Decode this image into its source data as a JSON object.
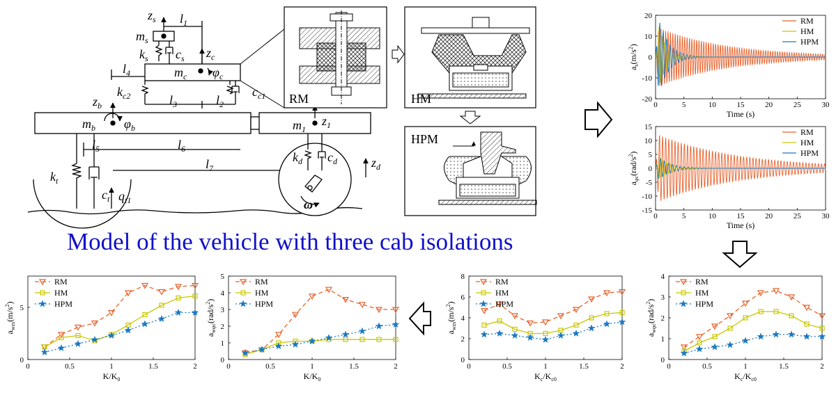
{
  "title": "Model of the vehicle with three cab isolations",
  "model": {
    "seat": {
      "mass": "m",
      "mass_sub": "s",
      "disp": "z",
      "disp_sub": "s",
      "k": "k",
      "k_sub": "s",
      "c": "c",
      "c_sub": "s",
      "l": "l",
      "l_sub": "1"
    },
    "cab": {
      "mass": "m",
      "mass_sub": "c",
      "disp": "z",
      "disp_sub": "c",
      "rot": "φ",
      "rot_sub": "c",
      "k": "k",
      "k_sub": "c2",
      "c": "c",
      "c_sub": "c1"
    },
    "frame": {
      "mass": "m",
      "mass_sub": "b",
      "disp": "z",
      "disp_sub": "b",
      "rot": "φ",
      "rot_sub": "b"
    },
    "engine": {
      "mass": "m",
      "mass_sub": "1",
      "disp": "z",
      "disp_sub": "1",
      "k": "k",
      "k_sub": "d",
      "c": "c",
      "c_sub": "d",
      "zd": "z",
      "zd_sub": "d",
      "omega": "ω"
    },
    "tire": {
      "k": "k",
      "k_sub": "t",
      "c": "c",
      "c_sub": "t",
      "q": "q",
      "q_sub": "t1"
    },
    "lengths": [
      {
        "l": "l",
        "sub": "2"
      },
      {
        "l": "l",
        "sub": "3"
      },
      {
        "l": "l",
        "sub": "4"
      },
      {
        "l": "l",
        "sub": "5"
      },
      {
        "l": "l",
        "sub": "6"
      },
      {
        "l": "l",
        "sub": "7"
      }
    ]
  },
  "mounts": {
    "rm": "RM",
    "hm": "HM",
    "hpm": "HPM"
  },
  "charts": {
    "time1": {
      "ylabel": "a",
      "ylabel_sub": "s",
      "ylabel_unit": "(m/s",
      "ylabel_unit_end": ")",
      "xlabel": "Time (s)",
      "xticks": [
        "0",
        "5",
        "10",
        "15",
        "20",
        "25",
        "30"
      ],
      "yticks": [
        "-20",
        "-10",
        "0",
        "10",
        "20"
      ],
      "legend": [
        "RM",
        "HM",
        "HPM"
      ]
    },
    "time2": {
      "ylabel": "a",
      "ylabel_sub": "φc",
      "ylabel_unit": "(rad/s",
      "ylabel_unit_end": ")",
      "xlabel": "Time (s)",
      "xticks": [
        "0",
        "5",
        "10",
        "15",
        "20",
        "25",
        "30"
      ],
      "yticks": [
        "-15",
        "-10",
        "-5",
        "0",
        "5",
        "10",
        "15"
      ],
      "legend": [
        "RM",
        "HM",
        "HPM"
      ]
    },
    "b1": {
      "ylabel": "a",
      "ylabel_sub": "wzs",
      "ylabel_unit": "(m/s",
      "ylabel_unit_end": ")",
      "xlabel": "K/K",
      "xlabel_sub": "0",
      "xticks": [
        "0",
        "0.5",
        "1",
        "1.5",
        "2"
      ],
      "yticks": [
        "0",
        "5"
      ],
      "legend": [
        "RM",
        "HM",
        "HPM"
      ]
    },
    "b2": {
      "ylabel": "a",
      "ylabel_sub": "wφc",
      "ylabel_unit": "(rad/s",
      "ylabel_unit_end": ")",
      "xlabel": "K/K",
      "xlabel_sub": "0",
      "xticks": [
        "0",
        "0.5",
        "1",
        "1.5",
        "2"
      ],
      "yticks": [
        "0",
        "1",
        "2",
        "3",
        "4",
        "5"
      ],
      "legend": [
        "RM",
        "HM",
        "HPM"
      ]
    },
    "b3": {
      "ylabel": "a",
      "ylabel_sub": "wzs",
      "ylabel_unit": "(m/s",
      "ylabel_unit_end": ")",
      "xlabel": "K",
      "xlabel_sub": "c",
      "xlabel_mid": "/K",
      "xlabel_sub2": "c0",
      "xticks": [
        "0",
        "0.5",
        "1",
        "1.5",
        "2"
      ],
      "yticks": [
        "0",
        "2",
        "4",
        "6",
        "8"
      ],
      "legend": [
        "RM",
        "HM",
        "HPM"
      ]
    },
    "b4": {
      "ylabel": "a",
      "ylabel_sub": "wφc",
      "ylabel_unit": "(rad/s",
      "ylabel_unit_end": ")",
      "xlabel": "K",
      "xlabel_sub": "c",
      "xlabel_mid": "/K",
      "xlabel_sub2": "c0",
      "xticks": [
        "0",
        "0.5",
        "1",
        "1.5",
        "2"
      ],
      "yticks": [
        "0",
        "1",
        "2",
        "3",
        "4"
      ],
      "legend": [
        "RM",
        "HM",
        "HPM"
      ]
    }
  },
  "chart_data": [
    {
      "type": "line",
      "id": "b1",
      "x": [
        0.2,
        0.4,
        0.6,
        0.8,
        1.0,
        1.2,
        1.4,
        1.6,
        1.8,
        2.0
      ],
      "ylim": [
        0,
        8
      ],
      "xlim": [
        0,
        2
      ],
      "series": [
        {
          "name": "RM",
          "values": [
            1.2,
            2.4,
            3.1,
            3.5,
            4.5,
            6.4,
            7.1,
            6.5,
            7.0,
            7.1
          ]
        },
        {
          "name": "HM",
          "values": [
            1.2,
            2.1,
            2.3,
            1.8,
            2.4,
            3.3,
            4.3,
            5.2,
            5.9,
            6.1
          ]
        },
        {
          "name": "HPM",
          "values": [
            0.7,
            1.1,
            1.5,
            1.9,
            2.3,
            2.8,
            3.4,
            3.9,
            4.5,
            4.5
          ]
        }
      ]
    },
    {
      "type": "line",
      "id": "b2",
      "x": [
        0.2,
        0.4,
        0.6,
        0.8,
        1.0,
        1.2,
        1.4,
        1.6,
        1.8,
        2.0
      ],
      "ylim": [
        0,
        5
      ],
      "xlim": [
        0,
        2
      ],
      "series": [
        {
          "name": "RM",
          "values": [
            0.4,
            0.6,
            1.5,
            2.7,
            3.8,
            4.2,
            3.6,
            3.3,
            3.0,
            3.0
          ]
        },
        {
          "name": "HM",
          "values": [
            0.3,
            0.6,
            1.0,
            1.1,
            1.1,
            1.2,
            1.2,
            1.2,
            1.2,
            1.2
          ]
        },
        {
          "name": "HPM",
          "values": [
            0.4,
            0.6,
            0.8,
            0.9,
            1.1,
            1.3,
            1.5,
            1.7,
            2.0,
            2.1
          ]
        }
      ]
    },
    {
      "type": "line",
      "id": "b3",
      "x": [
        0.2,
        0.4,
        0.6,
        0.8,
        1.0,
        1.2,
        1.4,
        1.6,
        1.8,
        2.0
      ],
      "ylim": [
        0,
        8
      ],
      "xlim": [
        0,
        2
      ],
      "series": [
        {
          "name": "RM",
          "values": [
            4.7,
            5.3,
            4.2,
            3.5,
            3.6,
            4.2,
            4.8,
            5.8,
            6.4,
            6.5
          ]
        },
        {
          "name": "HM",
          "values": [
            3.3,
            3.7,
            2.9,
            2.5,
            2.5,
            2.8,
            3.3,
            4.0,
            4.4,
            4.5
          ]
        },
        {
          "name": "HPM",
          "values": [
            2.4,
            2.5,
            2.3,
            2.1,
            1.9,
            2.3,
            2.5,
            3.0,
            3.4,
            3.6
          ]
        }
      ]
    },
    {
      "type": "line",
      "id": "b4",
      "x": [
        0.2,
        0.4,
        0.6,
        0.8,
        1.0,
        1.2,
        1.4,
        1.6,
        1.8,
        2.0
      ],
      "ylim": [
        0,
        4
      ],
      "xlim": [
        0,
        2
      ],
      "series": [
        {
          "name": "RM",
          "values": [
            0.6,
            1.1,
            1.6,
            2.1,
            2.7,
            3.2,
            3.3,
            3.0,
            2.5,
            2.1
          ]
        },
        {
          "name": "HM",
          "values": [
            0.4,
            0.8,
            1.1,
            1.5,
            2.0,
            2.3,
            2.3,
            2.1,
            1.7,
            1.5
          ]
        },
        {
          "name": "HPM",
          "values": [
            0.3,
            0.5,
            0.6,
            0.7,
            0.9,
            1.1,
            1.2,
            1.2,
            1.1,
            1.1
          ]
        }
      ]
    },
    {
      "type": "line",
      "id": "time1",
      "xlim": [
        0,
        30
      ],
      "ylim": [
        -20,
        20
      ],
      "series": [
        {
          "name": "RM",
          "peak": 14,
          "decay": 0.08,
          "period": 0.42
        },
        {
          "name": "HM",
          "peak": 15,
          "decay": 0.75,
          "period": 0.5
        },
        {
          "name": "HPM",
          "peak": 18,
          "decay": 0.55,
          "period": 0.6
        }
      ]
    },
    {
      "type": "line",
      "id": "time2",
      "xlim": [
        0,
        30
      ],
      "ylim": [
        -15,
        15
      ],
      "series": [
        {
          "name": "RM",
          "peak": 12,
          "decay": 0.07,
          "period": 0.55
        },
        {
          "name": "HM",
          "peak": 5,
          "decay": 0.55,
          "period": 0.6
        },
        {
          "name": "HPM",
          "peak": 4,
          "decay": 0.45,
          "period": 0.7
        }
      ]
    }
  ],
  "colors": {
    "RM": "#e8602a",
    "HM": "#c8c800",
    "HPM": "#1a78c2",
    "title": "#1010c8"
  }
}
